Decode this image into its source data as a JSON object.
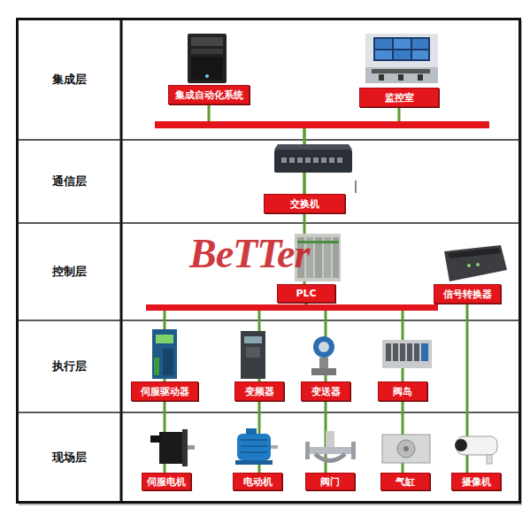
{
  "diagram": {
    "nodes": [
      {
        "text": [
          "集成层"
        ]
      },
      {
        "text": [
          "集成自动化系统"
        ],
        "in": 0
      },
      {
        "text": [
          "监控室"
        ],
        "in": 0
      },
      {
        "text": [
          "通信层"
        ]
      },
      {
        "text": [
          "交换机"
        ],
        "in": 3
      },
      {
        "text": [
          "控制层"
        ]
      },
      {
        "text": [
          "PLC"
        ],
        "in": 5
      },
      {
        "text": [
          "信号转换器"
        ],
        "in": 5
      },
      {
        "text": [
          "执行层"
        ]
      },
      {
        "text": [
          "伺服驱动器"
        ],
        "in": 8
      },
      {
        "text": [
          "变频器"
        ],
        "in": 8
      },
      {
        "text": [
          "变送器"
        ],
        "in": 8
      },
      {
        "text": [
          "阀岛"
        ],
        "in": 8
      },
      {
        "text": [
          "现场层"
        ]
      },
      {
        "text": [
          "伺服电机"
        ],
        "in": 13
      },
      {
        "text": [
          "电动机"
        ],
        "in": 13
      },
      {
        "text": [
          "阀门"
        ],
        "in": 13
      },
      {
        "text": [
          "气缸"
        ],
        "in": 13
      },
      {
        "text": [
          "摄像机"
        ],
        "in": 13
      }
    ],
    "edges": [
      {
        "from": 1,
        "to": 4,
        "arrow": "none"
      },
      {
        "from": 2,
        "to": 4,
        "arrow": "none"
      },
      {
        "from": 4,
        "to": 6,
        "arrow": "none"
      },
      {
        "from": 6,
        "to": 9,
        "arrow": "none"
      },
      {
        "from": 6,
        "to": 10,
        "arrow": "none"
      },
      {
        "from": 6,
        "to": 11,
        "arrow": "none"
      },
      {
        "from": 6,
        "to": 12,
        "arrow": "none"
      },
      {
        "from": 9,
        "to": 14,
        "arrow": "none"
      },
      {
        "from": 10,
        "to": 15,
        "arrow": "none"
      },
      {
        "from": 11,
        "to": 16,
        "arrow": "none"
      },
      {
        "from": 12,
        "to": 17,
        "arrow": "none"
      },
      {
        "from": 7,
        "to": 18,
        "arrow": "none"
      }
    ],
    "labels": [
      "BeTTer"
    ]
  }
}
